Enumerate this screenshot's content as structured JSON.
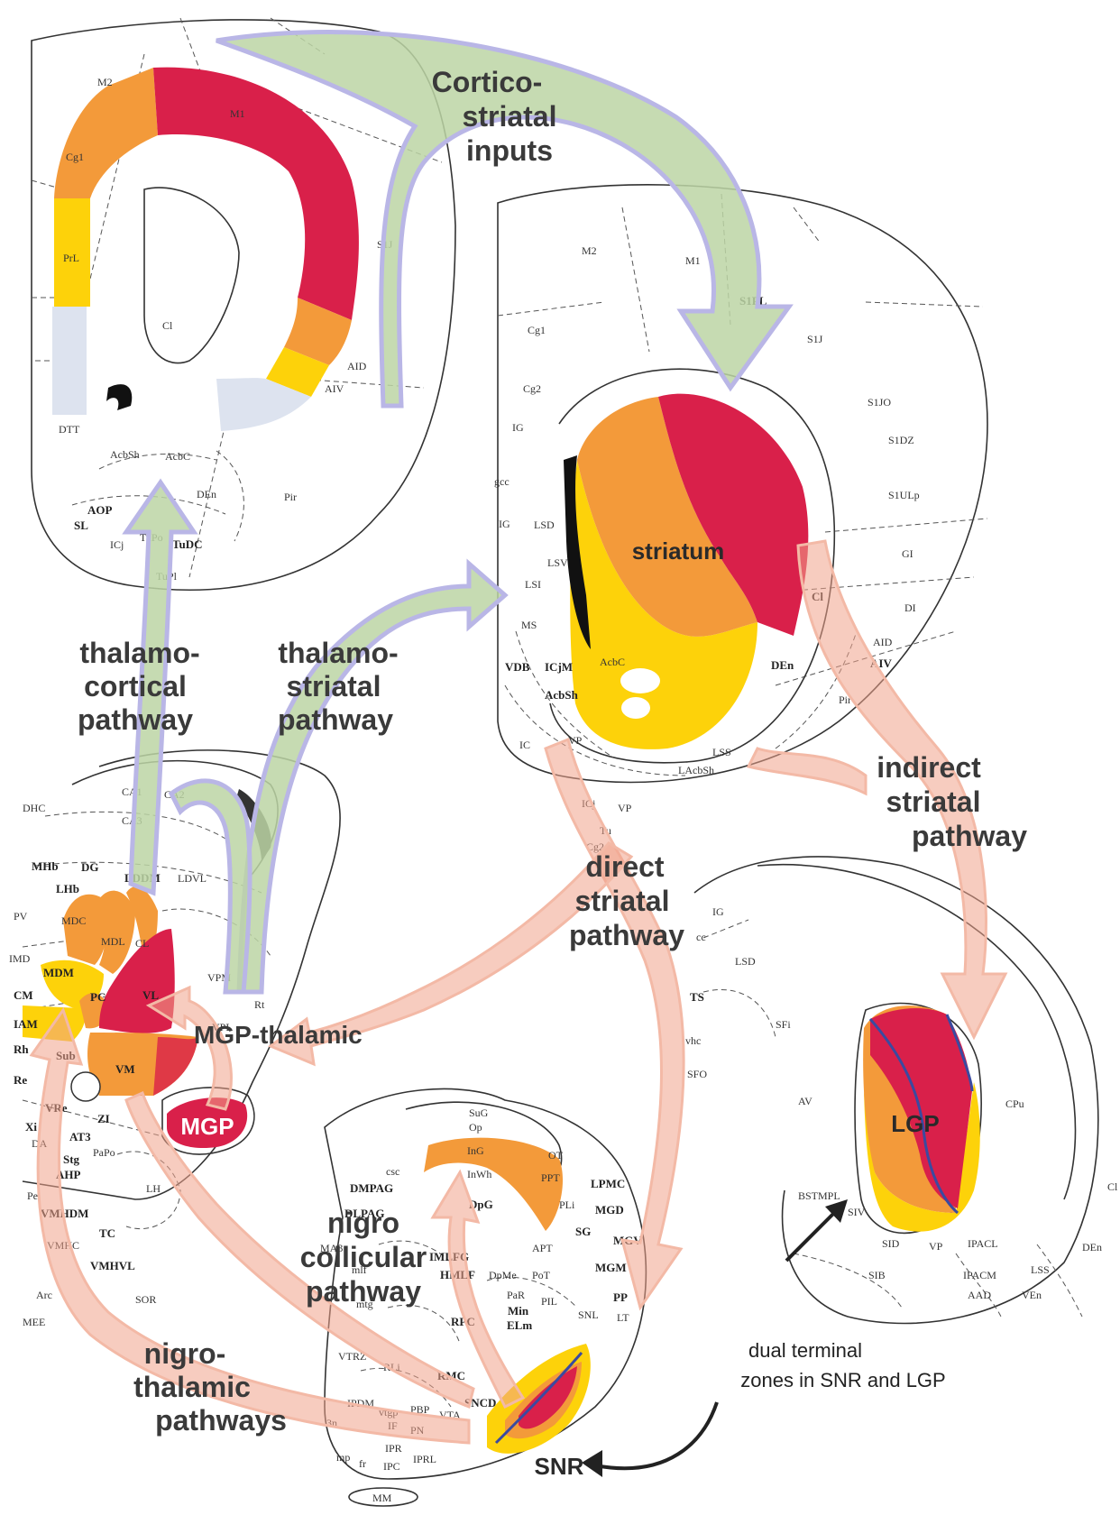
{
  "colors": {
    "red": "#d9204a",
    "orange": "#f39a3a",
    "yellow": "#fdd20a",
    "pale_blue": "#dde3ef",
    "green_arrow": "#bcd5a4",
    "pink_arrow": "#f0a28a",
    "pathway_border": "#b9b6e6",
    "blue_line": "#3a4aa0"
  },
  "labels": {
    "corticostriatal": [
      "Cortico-",
      "striatal",
      "inputs"
    ],
    "thalamocortical": [
      "thalamo-",
      "cortical",
      "pathway"
    ],
    "thalamostriatal": [
      "thalamo-",
      "striatal",
      "pathway"
    ],
    "indirect": [
      "indirect",
      "striatal",
      "pathway"
    ],
    "direct": [
      "direct",
      "striatal",
      "pathway"
    ],
    "mgp_thalamic": "MGP-thalamic",
    "nigrocollicular": [
      "nigro",
      "collicular",
      "pathway"
    ],
    "nigrothalamic": [
      "nigro-",
      "thalamic",
      "pathways"
    ],
    "dual_terminal": [
      "dual terminal",
      "zones in SNR and LGP"
    ]
  },
  "regions": {
    "striatum": "striatum",
    "mgp": "MGP",
    "lgp": "LGP",
    "snr": "SNR"
  },
  "atlas_labels": {
    "cortex_left": [
      "M2",
      "M1",
      "Cg1",
      "PrL",
      "S1J",
      "Cl",
      "AID",
      "AIV",
      "DTT",
      "AcbSh",
      "AcbC",
      "DEn",
      "AOP",
      "SL",
      "ICj",
      "TuPo",
      "TuDC",
      "TuPl",
      "Pir"
    ],
    "cortex_right": [
      "M2",
      "M1",
      "S1FL",
      "S1J",
      "Cg1",
      "Cg2",
      "IG",
      "S1JO",
      "S1DZ",
      "gcc",
      "S1ULp",
      "IG",
      "LSD",
      "GI",
      "LSV",
      "LSI",
      "Cl",
      "DI",
      "MS",
      "AID",
      "ICjM",
      "AcbC",
      "DEn",
      "AIV",
      "VDB",
      "AcbSh",
      "Pir",
      "LSS",
      "IC",
      "VP",
      "LAcbSh",
      "ICj",
      "VP",
      "Tu",
      "Cg2"
    ],
    "thalamus": [
      "CA1",
      "CA2",
      "CA3",
      "DHC",
      "MHb",
      "DG",
      "LDDM",
      "LDVL",
      "LHb",
      "PV",
      "MDC",
      "MDL",
      "CL",
      "IMD",
      "MDM",
      "PC",
      "VL",
      "VPM",
      "CM",
      "VPL",
      "Rt",
      "IAM",
      "Rh",
      "Sub",
      "VM",
      "Re",
      "VRe",
      "ZI",
      "Xi",
      "DA",
      "AT3",
      "Stg",
      "PaPo",
      "AHP",
      "LH",
      "Pe",
      "VMHDM",
      "TC",
      "VMHC",
      "VMHVL",
      "SOR",
      "Arc",
      "MEE"
    ],
    "midbrain": [
      "SuG",
      "Op",
      "InG",
      "OT",
      "InWh",
      "PPT",
      "csc",
      "DMPAG",
      "LPMC",
      "DpG",
      "PLi",
      "DLPAG",
      "MGD",
      "SG",
      "APT",
      "MGV",
      "MA3",
      "IMLFG",
      "mlf",
      "HMLF",
      "DpMe",
      "PoT",
      "MGM",
      "PIL",
      "PP",
      "PaR",
      "Min",
      "ELm",
      "SNL",
      "LT",
      "mtg",
      "RPC",
      "VTRZ",
      "RLi",
      "RMC",
      "SNCD",
      "IPDM",
      "vtgp",
      "PBP",
      "VTA",
      "3n",
      "IF",
      "PN",
      "IPR",
      "mp",
      "fr",
      "IPC",
      "IPRL",
      "MM"
    ],
    "lgp_section": [
      "IG",
      "cc",
      "LSD",
      "TS",
      "SFi",
      "vhc",
      "SFO",
      "AV",
      "CPu",
      "BSTMPL",
      "SIV",
      "SID",
      "VP",
      "IPACL",
      "Cl",
      "DEn",
      "SIB",
      "IPACM",
      "LSS",
      "AAD",
      "VEn"
    ]
  }
}
